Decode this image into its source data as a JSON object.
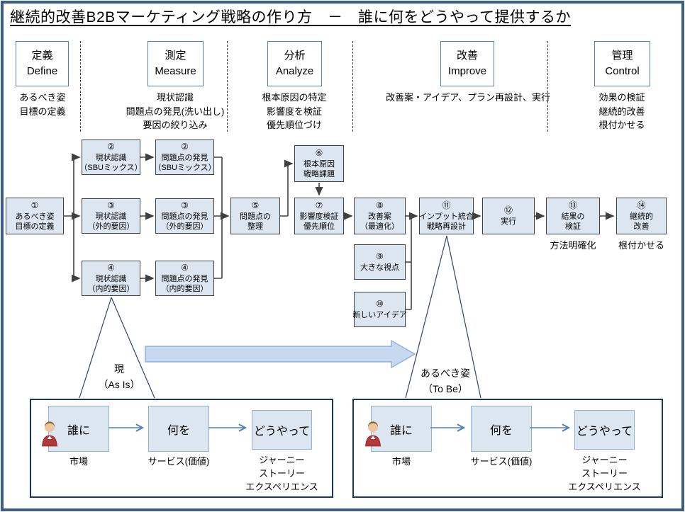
{
  "title": "継続的改善B2Bマーケティング戦略の作り方　－　誰に何をどうやって提供するか",
  "colors": {
    "frame_blue": "#3a5f8f",
    "phase_border_blue": "#4f81bd",
    "flow_box_fill": "#dce6f1",
    "journey_border_navy": "#17375e",
    "big_arrow_fill": "#c6d9f1",
    "big_arrow_border": "#95b3d7",
    "wedge_line_navy": "#2e4272",
    "person_shirt_red": "#b03a3a"
  },
  "phases": [
    {
      "jp": "定義",
      "en": "Define",
      "desc": [
        "あるべき姿",
        "目標の定義"
      ]
    },
    {
      "jp": "測定",
      "en": "Measure",
      "desc": [
        "現状認識",
        "問題点の発見(洗い出し)",
        "要因の絞り込み"
      ]
    },
    {
      "jp": "分析",
      "en": "Analyze",
      "desc": [
        "根本原因の特定",
        "影響度を検証",
        "優先順位づけ"
      ]
    },
    {
      "jp": "改善",
      "en": "Improve",
      "desc": [
        "改善案・アイデア、プラン再設計、実行"
      ]
    },
    {
      "jp": "管理",
      "en": "Control",
      "desc": [
        "効果の検証",
        "継続的改善",
        "根付かせる"
      ]
    }
  ],
  "flow": {
    "b1": {
      "num": "①",
      "l1": "あるべき姿",
      "l2": "目標の定義"
    },
    "b2a": {
      "num": "②",
      "l1": "現状認識",
      "l2": "（SBUミックス）"
    },
    "b2b": {
      "num": "②",
      "l1": "問題点の発見",
      "l2": "（SBUミックス）"
    },
    "b3a": {
      "num": "③",
      "l1": "現状認識",
      "l2": "（外的要因）"
    },
    "b3b": {
      "num": "③",
      "l1": "問題点の発見",
      "l2": "（外的要因）"
    },
    "b4a": {
      "num": "④",
      "l1": "現状認識",
      "l2": "（内的要因）"
    },
    "b4b": {
      "num": "④",
      "l1": "問題点の発見",
      "l2": "（内的要因）"
    },
    "b5": {
      "num": "⑤",
      "l1": "問題点の",
      "l2": "整理"
    },
    "b6": {
      "num": "⑥",
      "l1": "根本原因",
      "l2": "戦略課題"
    },
    "b7": {
      "num": "⑦",
      "l1": "影響度検証",
      "l2": "優先順位"
    },
    "b8": {
      "num": "⑧",
      "l1": "改善案",
      "l2": "（最適化）"
    },
    "b9": {
      "num": "⑨",
      "l1": "大きな視点"
    },
    "b10": {
      "num": "⑩",
      "l1": "新しいアイデア"
    },
    "b11": {
      "num": "⑪",
      "l1": "インプット統合",
      "l2": "戦略再設計"
    },
    "b12": {
      "num": "⑫",
      "l1": "実行"
    },
    "b13": {
      "num": "⑬",
      "l1": "結果の",
      "l2": "検証"
    },
    "b14": {
      "num": "⑭",
      "l1": "継続的",
      "l2": "改善"
    }
  },
  "notes": {
    "b13": "方法明確化",
    "b14": "根付かせる"
  },
  "states": {
    "asis_l1": "現",
    "asis_l2": "（As Is）",
    "tobe_l1": "あるべき姿",
    "tobe_l2": "（To Be）"
  },
  "journey": {
    "who": "誰に",
    "what": "何を",
    "how": "どうやって",
    "who_label": "市場",
    "what_label": "サービス(価値)",
    "how_label_1": "ジャーニー",
    "how_label_2": "ストーリー",
    "how_label_3": "エクスペリエンス"
  }
}
